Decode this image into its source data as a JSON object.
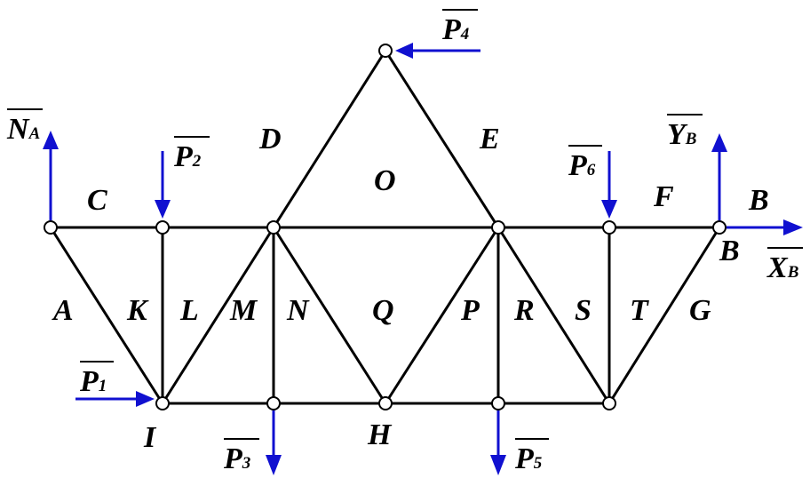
{
  "diagram": {
    "region_labels": [
      {
        "id": "A",
        "text": "A"
      },
      {
        "id": "B",
        "text": "B"
      },
      {
        "id": "C",
        "text": "C"
      },
      {
        "id": "D",
        "text": "D"
      },
      {
        "id": "E",
        "text": "E"
      },
      {
        "id": "F",
        "text": "F"
      },
      {
        "id": "G",
        "text": "G"
      },
      {
        "id": "H",
        "text": "H"
      },
      {
        "id": "I",
        "text": "I"
      },
      {
        "id": "K",
        "text": "K"
      },
      {
        "id": "L",
        "text": "L"
      },
      {
        "id": "M",
        "text": "M"
      },
      {
        "id": "N",
        "text": "N"
      },
      {
        "id": "O",
        "text": "O"
      },
      {
        "id": "P",
        "text": "P"
      },
      {
        "id": "Q",
        "text": "Q"
      },
      {
        "id": "R",
        "text": "R"
      },
      {
        "id": "S",
        "text": "S"
      },
      {
        "id": "T",
        "text": "T"
      },
      {
        "id": "B2",
        "text": "B"
      }
    ],
    "forces": [
      {
        "id": "P1",
        "main": "P",
        "sub": "1"
      },
      {
        "id": "P2",
        "main": "P",
        "sub": "2"
      },
      {
        "id": "P3",
        "main": "P",
        "sub": "3"
      },
      {
        "id": "P4",
        "main": "P",
        "sub": "4"
      },
      {
        "id": "P5",
        "main": "P",
        "sub": "5"
      },
      {
        "id": "P6",
        "main": "P",
        "sub": "6"
      },
      {
        "id": "NA",
        "main": "N",
        "sub": "A"
      },
      {
        "id": "YB",
        "main": "Y",
        "sub": "B"
      },
      {
        "id": "XB",
        "main": "X",
        "sub": "B"
      }
    ],
    "colors": {
      "force": "#1010d0",
      "member": "#000000"
    }
  }
}
